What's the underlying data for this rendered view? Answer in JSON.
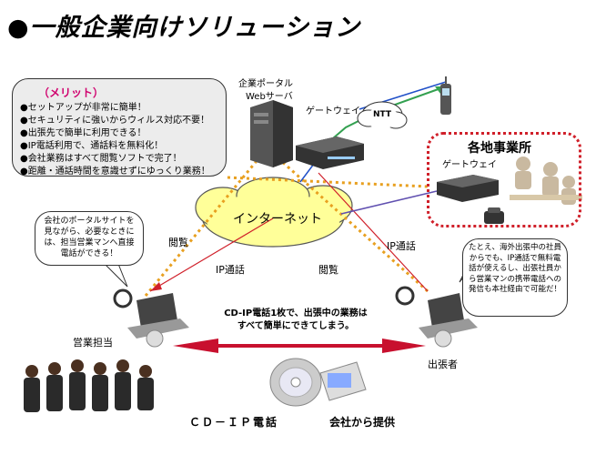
{
  "title": "●一般企業向けソリューション",
  "merit": {
    "heading": "（メリット）",
    "items": [
      "●セットアップが非常に簡単！",
      "●セキュリティに強いからウィルス対応不要！",
      "●出張先で簡単に利用できる！",
      "●IP電話利用で、通話料を無料化！",
      "●会社業務はすべて閲覧ソフトで完了！",
      "●距離・通話時間を意識せずにゆっくり業務！"
    ]
  },
  "portal": {
    "line1": "企業ポータル",
    "line2": "Webサーバ"
  },
  "gateway_top": "ゲートウェイ",
  "ntt": "NTT",
  "branch": {
    "title": "各地事業所",
    "gateway": "ゲートウェイ"
  },
  "internet": "インターネット",
  "left_bubble": "会社のポータルサイトを見ながら、必要なときには、担当営業マンへ直接電話ができる！",
  "right_bubble": "たとえ、海外出張中の社員からでも、IP通話で無料電話が使えるし、出張社員から営業マンの携帯電話への発信も本社経由で可能だ！",
  "labels": {
    "view_left": "閲覧",
    "ip_left": "IP通話",
    "view_mid": "閲覧",
    "ip_right": "IP通話",
    "sales": "営業担当",
    "traveler": "出張者"
  },
  "center_text": {
    "line1": "CD-IP電話1枚で、出張中の業務は",
    "line2": "すべて簡単にできてしまう。"
  },
  "bottom": {
    "cd_label": "ＣＤ－ＩＰ電話",
    "provide": "会社から提供"
  },
  "colors": {
    "accent": "#d0006e",
    "cloud": "#ffff99",
    "red_arrow": "#c8102e",
    "green_line": "#33a050",
    "blue_line": "#2050c8",
    "orange_line": "#e8a020"
  }
}
